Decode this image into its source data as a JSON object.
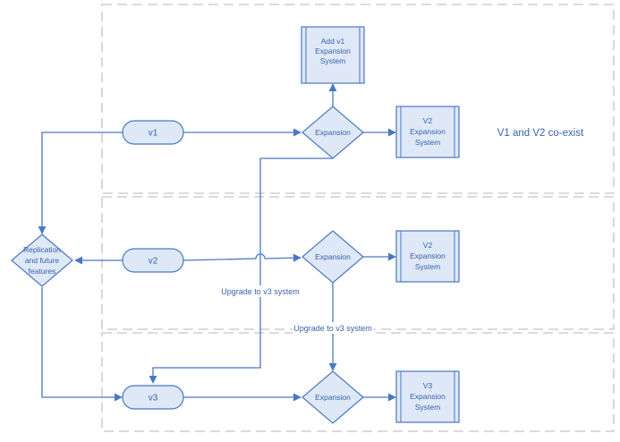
{
  "colors": {
    "stroke": "#4a78c2",
    "fill": "#dee8f6",
    "text": "#3a62ad",
    "lane": "#cfcfcf"
  },
  "lanes": {
    "v1_v2_label": "V1 and V2 co-exist"
  },
  "nodes": {
    "v1": "v1",
    "v2": "v2",
    "v3": "v3",
    "replication": [
      "Replication",
      "and future",
      "features"
    ],
    "expansion_1": "Expansion",
    "expansion_2": "Expansion",
    "expansion_3": "Expansion",
    "add_v1": [
      "Add v1",
      "Expansion",
      "System"
    ],
    "v2_system_1": [
      "V2",
      "Expansion",
      "System"
    ],
    "v2_system_2": [
      "V2",
      "Expansion",
      "System"
    ],
    "v3_system": [
      "V3",
      "Expansion",
      "System"
    ]
  },
  "edge_labels": {
    "upgrade_left": "Upgrade to v3 system",
    "upgrade_right": "Upgrade to v3 system"
  }
}
